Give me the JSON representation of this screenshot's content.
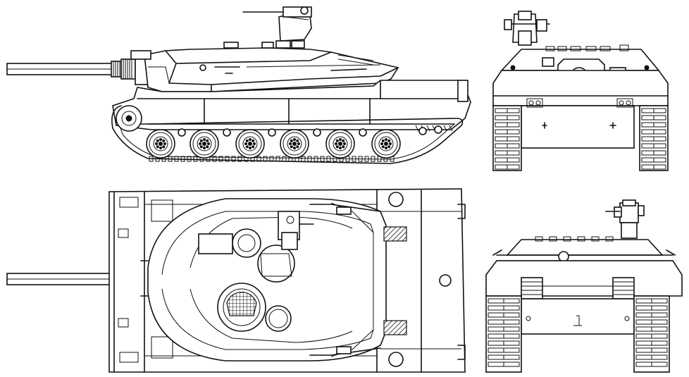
{
  "drawing": {
    "style": "line-art blueprint",
    "stroke_color": "#111111",
    "background_color": "#ffffff",
    "views": [
      {
        "id": "side",
        "icon": "tank-side-view-icon"
      },
      {
        "id": "rear",
        "icon": "tank-rear-view-icon"
      },
      {
        "id": "top",
        "icon": "tank-top-view-icon"
      },
      {
        "id": "front",
        "icon": "tank-front-view-icon"
      }
    ]
  }
}
